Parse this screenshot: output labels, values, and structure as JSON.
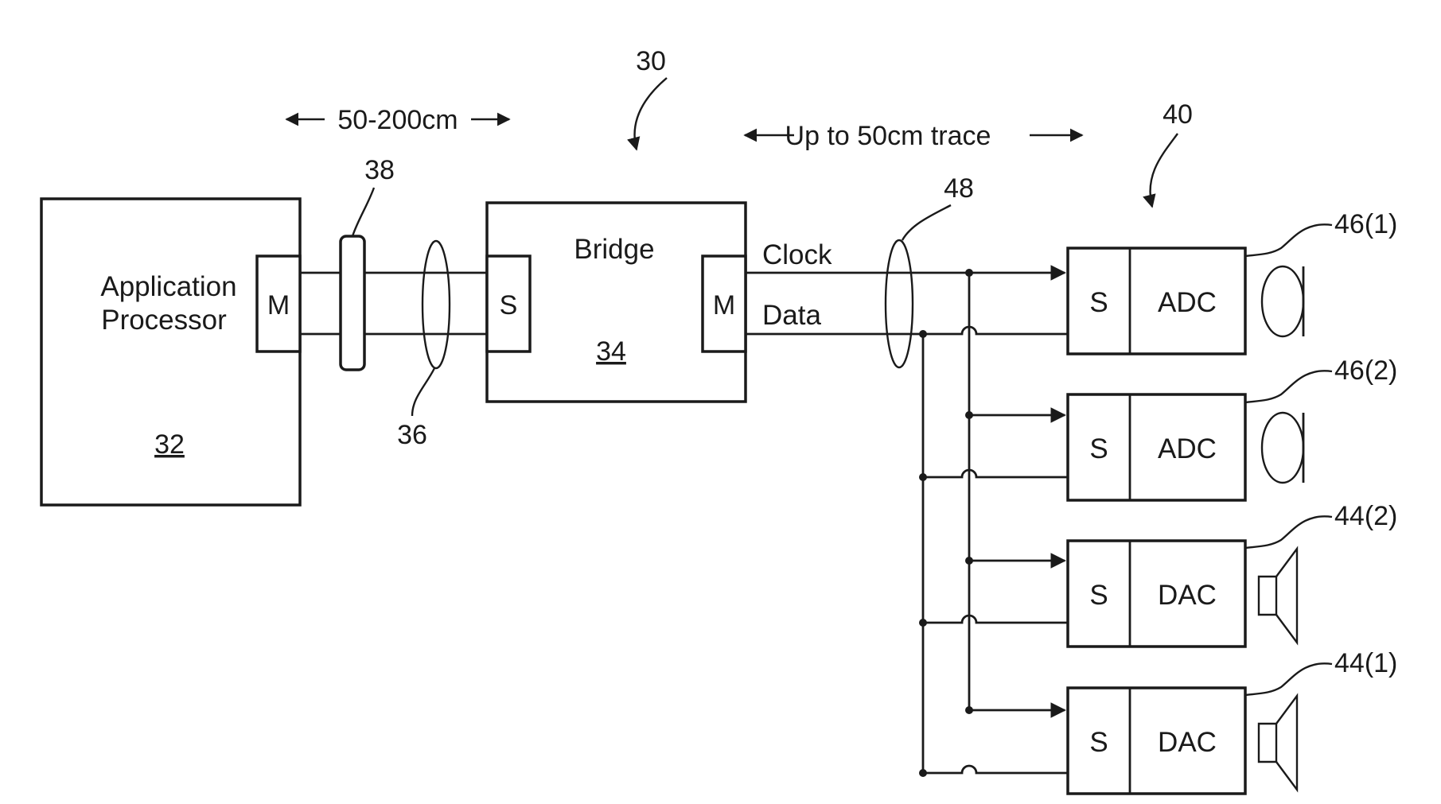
{
  "labels": {
    "ref_30": "30",
    "ref_40": "40",
    "ref_38": "38",
    "ref_48": "48",
    "ref_36": "36",
    "dim_cable": "50-200cm",
    "dim_trace": "Up to 50cm trace",
    "app_processor_line1": "Application",
    "app_processor_line2": "Processor",
    "ref_32": "32",
    "bridge": "Bridge",
    "ref_34": "34",
    "clock": "Clock",
    "data": "Data",
    "ref_46_1": "46(1)",
    "ref_46_2": "46(2)",
    "ref_44_2": "44(2)",
    "ref_44_1": "44(1)"
  },
  "ports": {
    "master": "M",
    "slave": "S"
  },
  "devices": [
    {
      "slave": "S",
      "type": "ADC",
      "transducer": "microphone-icon"
    },
    {
      "slave": "S",
      "type": "ADC",
      "transducer": "microphone-icon"
    },
    {
      "slave": "S",
      "type": "DAC",
      "transducer": "speaker-icon"
    },
    {
      "slave": "S",
      "type": "DAC",
      "transducer": "speaker-icon"
    }
  ]
}
